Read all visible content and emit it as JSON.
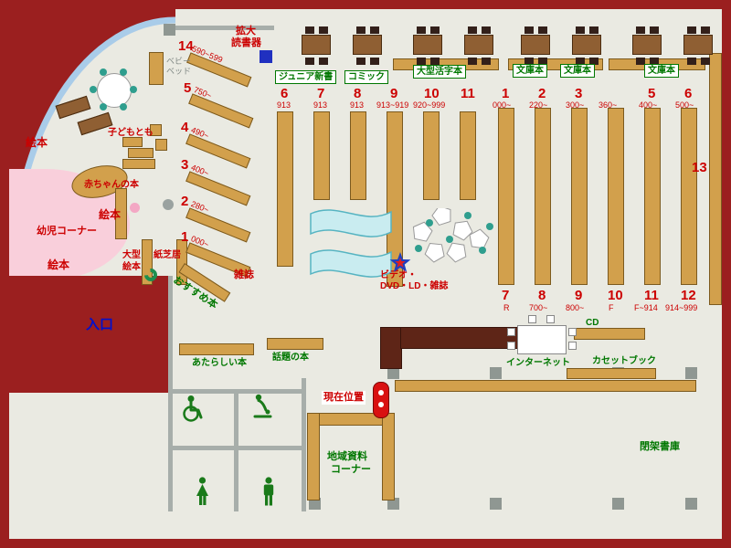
{
  "colors": {
    "wall_red": "#9b1f1f",
    "shelf_tan": "#d2a04c",
    "text_red": "#cc0000",
    "text_green": "#007700",
    "entrance_blue": "#0010cc",
    "teal": "#2f9e8e",
    "pink_area": "#f9cfdb",
    "curve_blue": "#a9cce9",
    "magazine_rack_cyan": "#c9ecf0",
    "marker_red": "#d91111",
    "device_blue": "#2030c0"
  },
  "icons": [
    "wheelchair-icon",
    "baby-room-icon",
    "men-toilet-icon",
    "women-toilet-icon",
    "current-location-marker",
    "star-marker"
  ],
  "top_area": {
    "magnifier_line1": "拡大",
    "magnifier_line2": "読書器",
    "section_labels": [
      "ジュニア新書",
      "コミック",
      "大型活字本",
      "文庫本",
      "文庫本",
      "文庫本"
    ]
  },
  "kids_area": {
    "ehon_top": "絵本",
    "ehon_mid": "絵本",
    "ehon_bottom": "絵本",
    "youji_corner": "幼児コーナー",
    "akachan_books": "赤ちゃんの本",
    "kodomo": "子どもとも",
    "babybed_line1": "ベビー",
    "babybed_line2": "ベッド",
    "ogata_line1": "大型",
    "ogata_line2": "絵本",
    "kamishibai": "紙芝居"
  },
  "entrance_label": "入口",
  "diagonal_shelves": {
    "items": [
      {
        "num": "14",
        "range": "590~599"
      },
      {
        "num": "5",
        "range": "750~"
      },
      {
        "num": "4",
        "range": "490~"
      },
      {
        "num": "3",
        "range": "400~"
      },
      {
        "num": "2",
        "range": "280~"
      },
      {
        "num": "1",
        "range": "000~"
      }
    ],
    "recommend": "おすすめ本"
  },
  "left_stacks": {
    "columns": [
      {
        "num": "6",
        "range": "913"
      },
      {
        "num": "7",
        "range": "913"
      },
      {
        "num": "8",
        "range": "913"
      },
      {
        "num": "9",
        "range": "913~919"
      },
      {
        "num": "10",
        "range": "920~999"
      },
      {
        "num": "11",
        "range": ""
      }
    ],
    "zasshi": "雑誌",
    "video_line1": "ビデオ・",
    "video_line2": "DVD・LD・雑誌"
  },
  "right_stacks": {
    "top_columns": [
      {
        "num": "1",
        "range": "000~"
      },
      {
        "num": "2",
        "range": "220~"
      },
      {
        "num": "3",
        "range": "300~"
      },
      {
        "num": "",
        "range": "360~"
      },
      {
        "num": "5",
        "range": "400~"
      },
      {
        "num": "6",
        "range": "500~"
      }
    ],
    "bottom_labels": [
      {
        "num": "7",
        "range": "R"
      },
      {
        "num": "8",
        "range": "700~"
      },
      {
        "num": "9",
        "range": "800~"
      },
      {
        "num": "10",
        "range": "F"
      },
      {
        "num": "11",
        "range": "F~914"
      },
      {
        "num": "12",
        "range": "914~999"
      }
    ],
    "wall_shelf": "13"
  },
  "services": {
    "internet": "インターネット",
    "cd": "CD",
    "cassette_book": "カセットブック",
    "new_books": "あたらしい本",
    "topic_books": "話題の本",
    "current_location": "現在位置",
    "local_line1": "地域資料",
    "local_line2": "コーナー",
    "closed_stacks": "閉架書庫"
  }
}
